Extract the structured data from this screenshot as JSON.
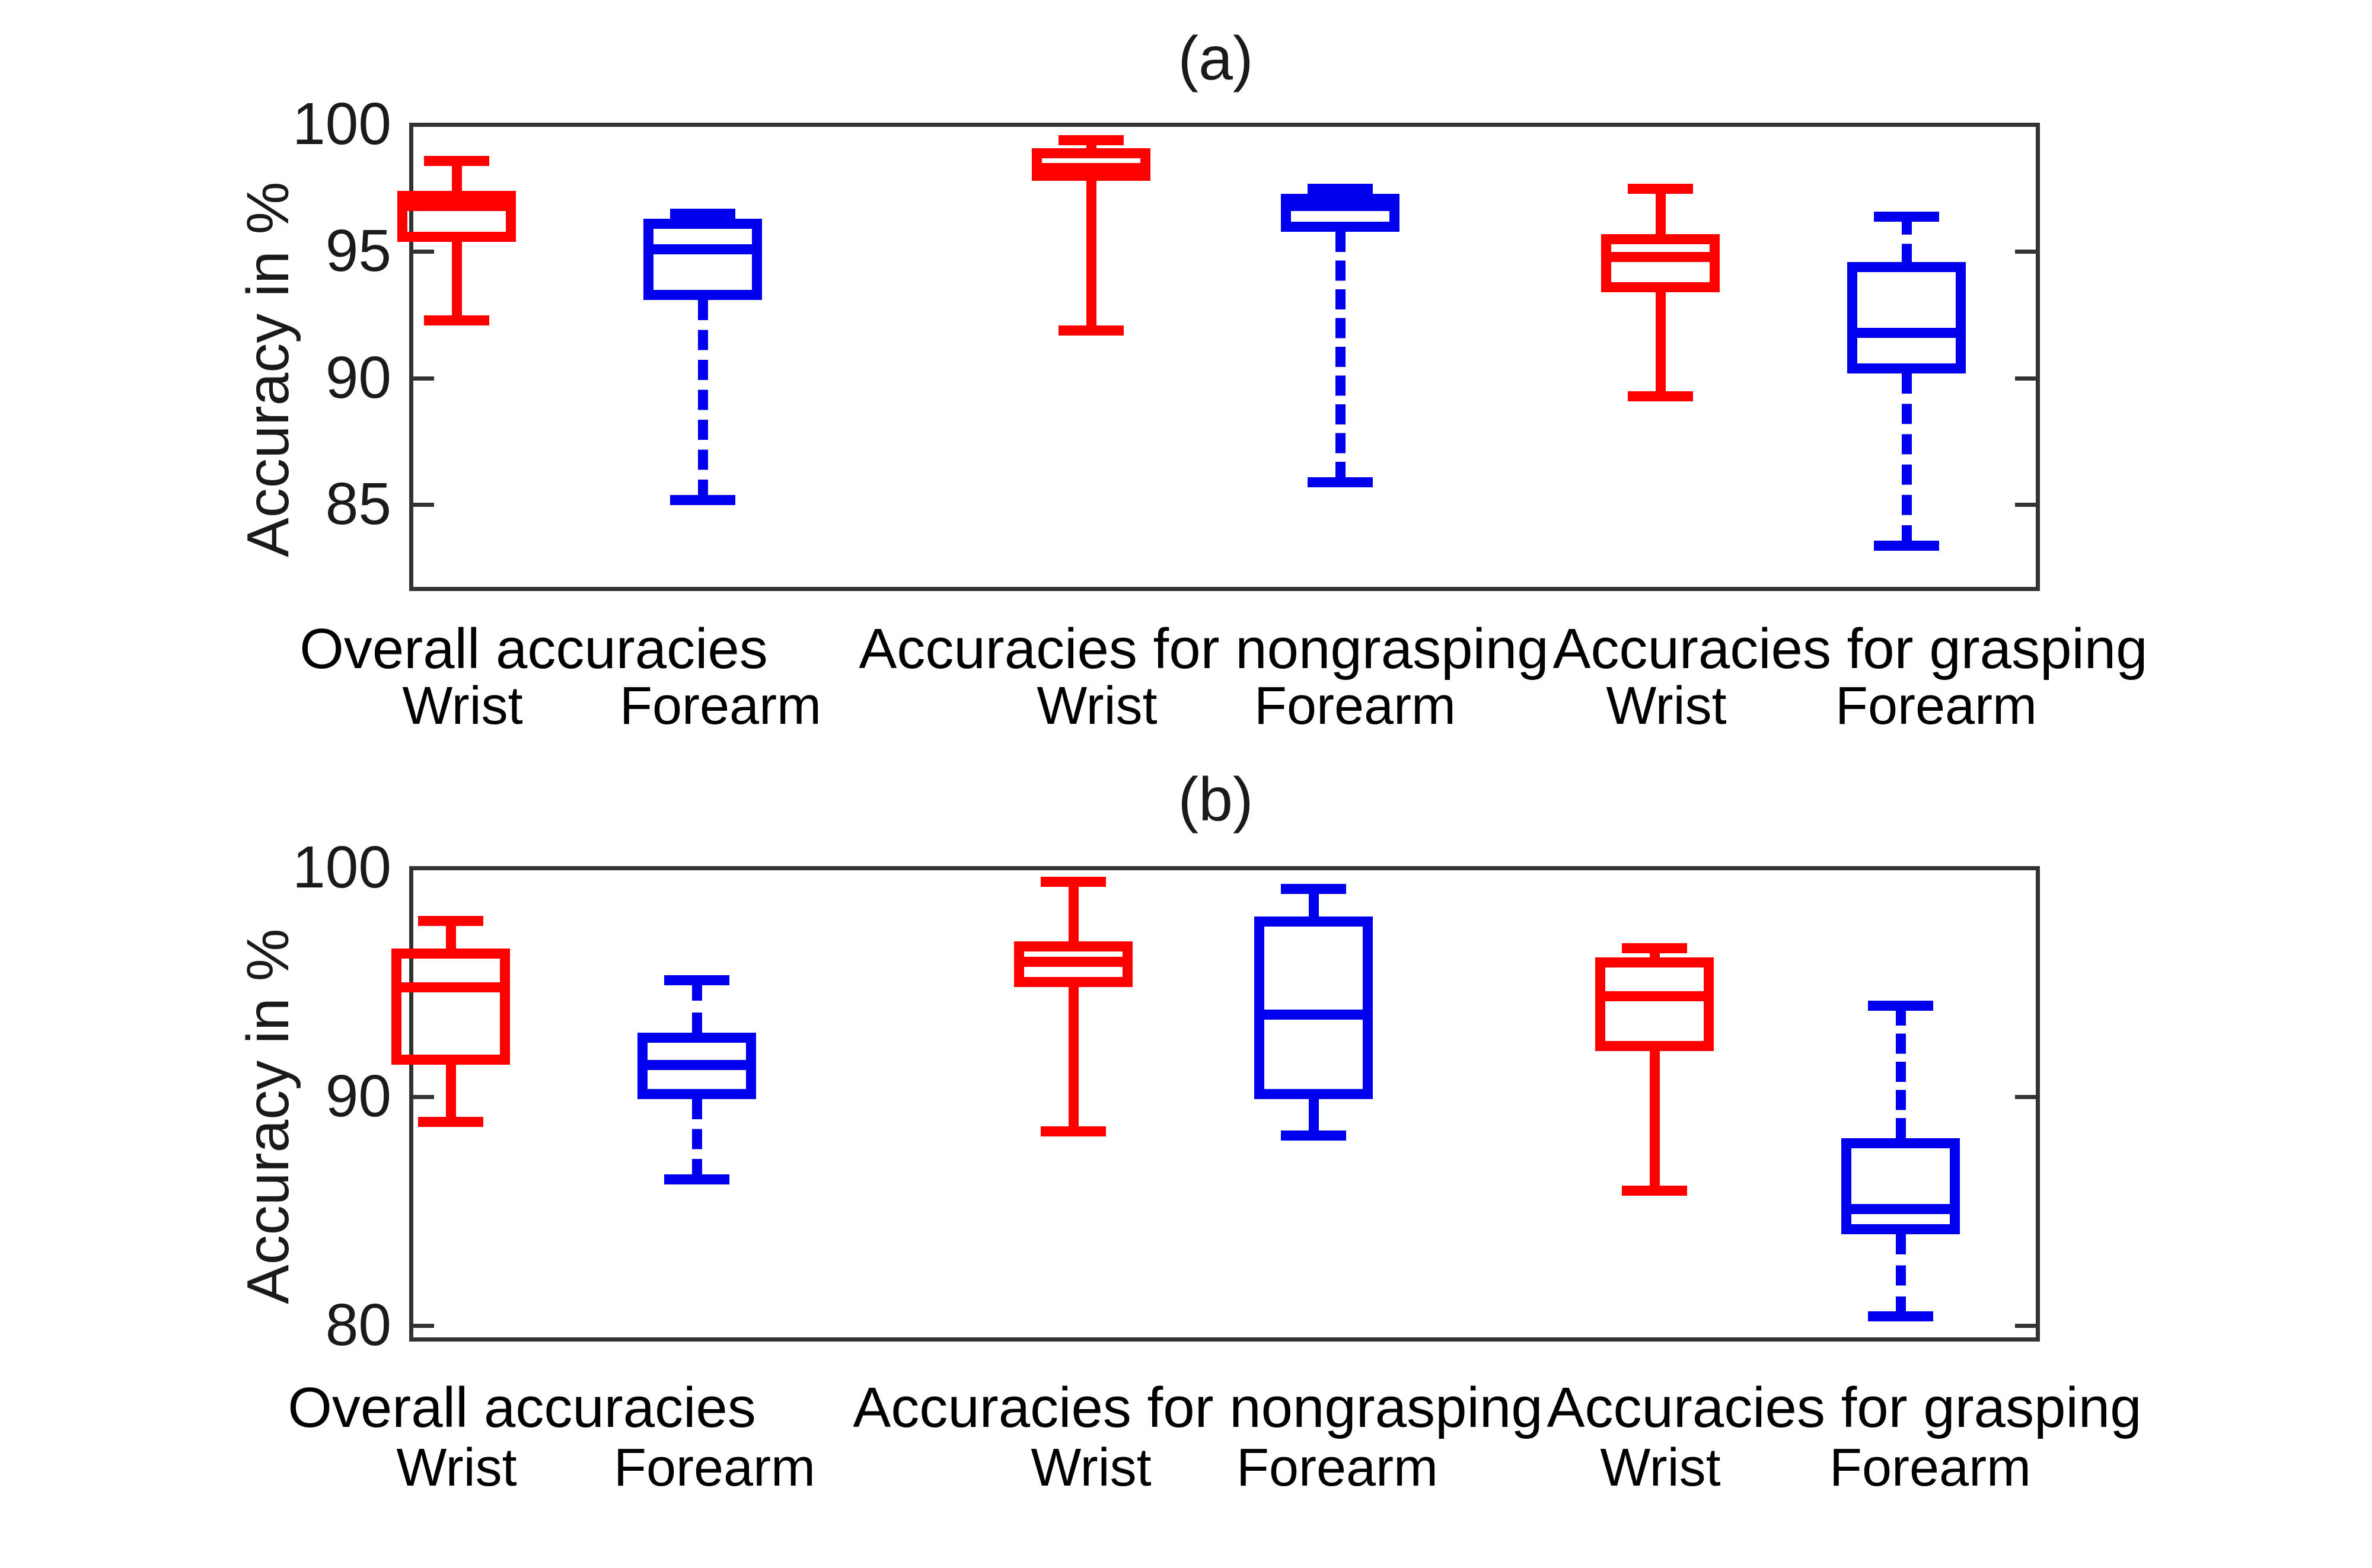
{
  "figure": {
    "panels": [
      {
        "title": "(a)",
        "ylabel": "Accuracy in %",
        "yticks": [
          100,
          95,
          90,
          85
        ],
        "ylim": [
          81.5,
          100
        ],
        "groups": [
          {
            "label": "Overall accuracies",
            "series": [
              {
                "name": "Wrist",
                "color": "#FF0000",
                "stats": {
                  "whisker_high": 98.5,
                  "q3": 97.3,
                  "median": 96.7,
                  "q1": 95.3,
                  "whisker_low": 92.2
                }
              },
              {
                "name": "Forearm",
                "color": "#0000EE",
                "stats": {
                  "whisker_high": 96.4,
                  "q3": 96.2,
                  "median": 95.0,
                  "q1": 93.0,
                  "whisker_low": 85.1
                }
              }
            ]
          },
          {
            "label": "Accuracies for nongrasping",
            "series": [
              {
                "name": "Wrist",
                "color": "#FF0000",
                "stats": {
                  "whisker_high": 99.3,
                  "q3": 99.0,
                  "median": 98.2,
                  "q1": 97.7,
                  "whisker_low": 91.8
                }
              },
              {
                "name": "Forearm",
                "color": "#0000EE",
                "stats": {
                  "whisker_high": 97.4,
                  "q3": 97.2,
                  "median": 96.7,
                  "q1": 95.7,
                  "whisker_low": 85.8
                }
              }
            ]
          },
          {
            "label": "Accuracies for grasping",
            "series": [
              {
                "name": "Wrist",
                "color": "#FF0000",
                "stats": {
                  "whisker_high": 97.4,
                  "q3": 95.6,
                  "median": 94.7,
                  "q1": 93.3,
                  "whisker_low": 89.2
                }
              },
              {
                "name": "Forearm",
                "color": "#0000EE",
                "stats": {
                  "whisker_high": 96.3,
                  "q3": 94.5,
                  "median": 91.7,
                  "q1": 90.1,
                  "whisker_low": 83.3
                }
              }
            ]
          }
        ]
      },
      {
        "title": "(b)",
        "ylabel": "Accuracy in %",
        "yticks": [
          100,
          90,
          80
        ],
        "ylim": [
          79.2,
          100
        ],
        "groups": [
          {
            "label": "Overall accuracies",
            "series": [
              {
                "name": "Wrist",
                "color": "#FF0000",
                "stats": {
                  "whisker_high": 97.6,
                  "q3": 96.4,
                  "median": 94.7,
                  "q1": 91.3,
                  "whisker_low": 88.8
                }
              },
              {
                "name": "Forearm",
                "color": "#0000EE",
                "stats": {
                  "whisker_high": 95.0,
                  "q3": 92.7,
                  "median": 91.3,
                  "q1": 89.8,
                  "whisker_low": 86.3
                }
              }
            ]
          },
          {
            "label": "Accuracies for nongrasping",
            "series": [
              {
                "name": "Wrist",
                "color": "#FF0000",
                "stats": {
                  "whisker_high": 99.3,
                  "q3": 96.7,
                  "median": 95.8,
                  "q1": 94.7,
                  "whisker_low": 88.4
                }
              },
              {
                "name": "Forearm",
                "color": "#0000EE",
                "stats": {
                  "whisker_high": 99.0,
                  "q3": 97.8,
                  "median": 93.5,
                  "q1": 89.8,
                  "whisker_low": 88.2
                }
              }
            ]
          },
          {
            "label": "Accuracies for grasping",
            "series": [
              {
                "name": "Wrist",
                "color": "#FF0000",
                "stats": {
                  "whisker_high": 96.4,
                  "q3": 96.0,
                  "median": 94.3,
                  "q1": 91.9,
                  "whisker_low": 85.8
                }
              },
              {
                "name": "Forearm",
                "color": "#0000EE",
                "stats": {
                  "whisker_high": 93.9,
                  "q3": 88.1,
                  "median": 85.0,
                  "q1": 83.9,
                  "whisker_low": 80.3
                }
              }
            ]
          }
        ]
      }
    ]
  },
  "chart_data": {
    "type": "box",
    "title": "Classification accuracy box plots for wrist vs forearm sensor placement",
    "subplots": [
      {
        "panel": "(a)",
        "ylabel": "Accuracy in %",
        "ylim": [
          81.5,
          100
        ],
        "yticks": [
          85,
          90,
          95,
          100
        ],
        "grid": false,
        "legend": "none",
        "categories": [
          "Overall accuracies",
          "Accuracies for nongrasping",
          "Accuracies for grasping"
        ],
        "series": [
          {
            "name": "Wrist",
            "color": "#FF0000",
            "boxes": [
              {
                "category": "Overall accuracies",
                "whisker_low": 92.2,
                "q1": 95.3,
                "median": 96.7,
                "q3": 97.3,
                "whisker_high": 98.5
              },
              {
                "category": "Accuracies for nongrasping",
                "whisker_low": 91.8,
                "q1": 97.7,
                "median": 98.2,
                "q3": 99.0,
                "whisker_high": 99.3
              },
              {
                "category": "Accuracies for grasping",
                "whisker_low": 89.2,
                "q1": 93.3,
                "median": 94.7,
                "q3": 95.6,
                "whisker_high": 97.4
              }
            ]
          },
          {
            "name": "Forearm",
            "color": "#0000EE",
            "boxes": [
              {
                "category": "Overall accuracies",
                "whisker_low": 85.1,
                "q1": 93.0,
                "median": 95.0,
                "q3": 96.2,
                "whisker_high": 96.4
              },
              {
                "category": "Accuracies for nongrasping",
                "whisker_low": 85.8,
                "q1": 95.7,
                "median": 96.7,
                "q3": 97.2,
                "whisker_high": 97.4
              },
              {
                "category": "Accuracies for grasping",
                "whisker_low": 83.3,
                "q1": 90.1,
                "median": 91.7,
                "q3": 94.5,
                "whisker_high": 96.3
              }
            ]
          }
        ]
      },
      {
        "panel": "(b)",
        "ylabel": "Accuracy in %",
        "ylim": [
          79.2,
          100
        ],
        "yticks": [
          80,
          90,
          100
        ],
        "grid": false,
        "legend": "none",
        "categories": [
          "Overall accuracies",
          "Accuracies for nongrasping",
          "Accuracies for grasping"
        ],
        "series": [
          {
            "name": "Wrist",
            "color": "#FF0000",
            "boxes": [
              {
                "category": "Overall accuracies",
                "whisker_low": 88.8,
                "q1": 91.3,
                "median": 94.7,
                "q3": 96.4,
                "whisker_high": 97.6
              },
              {
                "category": "Accuracies for nongrasping",
                "whisker_low": 88.4,
                "q1": 94.7,
                "median": 95.8,
                "q3": 96.7,
                "whisker_high": 99.3
              },
              {
                "category": "Accuracies for grasping",
                "whisker_low": 85.8,
                "q1": 91.9,
                "median": 94.3,
                "q3": 96.0,
                "whisker_high": 96.4
              }
            ]
          },
          {
            "name": "Forearm",
            "color": "#0000EE",
            "boxes": [
              {
                "category": "Overall accuracies",
                "whisker_low": 86.3,
                "q1": 89.8,
                "median": 91.3,
                "q3": 92.7,
                "whisker_high": 95.0
              },
              {
                "category": "Accuracies for nongrasping",
                "whisker_low": 88.2,
                "q1": 89.8,
                "median": 93.5,
                "q3": 97.8,
                "whisker_high": 99.0
              },
              {
                "category": "Accuracies for grasping",
                "whisker_low": 80.3,
                "q1": 83.9,
                "median": 85.0,
                "q3": 88.1,
                "whisker_high": 93.9
              }
            ]
          }
        ]
      }
    ]
  }
}
